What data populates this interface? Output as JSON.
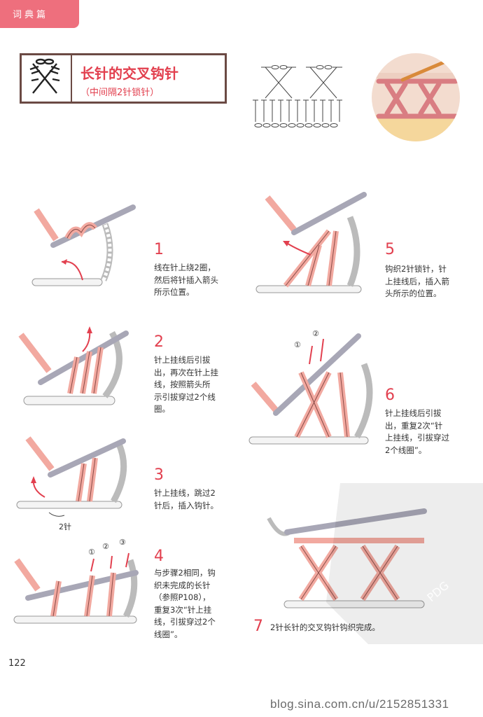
{
  "header": {
    "tab_label": "词典篇",
    "tab_color": "#ee6f7d"
  },
  "title_block": {
    "title": "长针的交叉钩针",
    "subtitle": "（中间隔2针锁针）",
    "symbol_icon": "crossed-double-crochet-symbol"
  },
  "colors": {
    "accent": "#e2404f",
    "yarn": "#f2a9a0",
    "yarn_outline": "#8a4b47",
    "hook": "#b9b7c4",
    "chain": "#c9c9c9"
  },
  "steps": [
    {
      "num": "1",
      "text": [
        "线在针上绕2圈，",
        "然后将针插入箭头",
        "所示位置。"
      ]
    },
    {
      "num": "2",
      "text": [
        "针上挂线后引拔",
        "出，再次在针上挂",
        "线，按照箭头所",
        "示引拔穿过2个线",
        "圈。"
      ]
    },
    {
      "num": "3",
      "text": [
        "针上挂线，跳过2",
        "针后，插入钩针。"
      ],
      "label": "2针"
    },
    {
      "num": "4",
      "text": [
        "与步骤2相同，钩",
        "织未完成的长针",
        "（参照P108），",
        "重复3次“针上挂",
        "线，引拔穿过2个",
        "线圈”。"
      ],
      "markers": [
        "①",
        "②",
        "③"
      ]
    },
    {
      "num": "5",
      "text": [
        "钩织2针锁针，针",
        "上挂线后，插入箭",
        "头所示的位置。"
      ]
    },
    {
      "num": "6",
      "text": [
        "针上挂线后引拔",
        "出，重复2次“针",
        "上挂线，引拔穿过",
        "2个线圈”。"
      ],
      "markers": [
        "①",
        "②"
      ]
    },
    {
      "num": "7",
      "text": [
        "2针长针的交叉钩针钩织完成。"
      ]
    }
  ],
  "footer": {
    "page_number": "122",
    "blog_url": "blog.sina.com.cn/u/2152851331",
    "watermark": "PDG"
  }
}
